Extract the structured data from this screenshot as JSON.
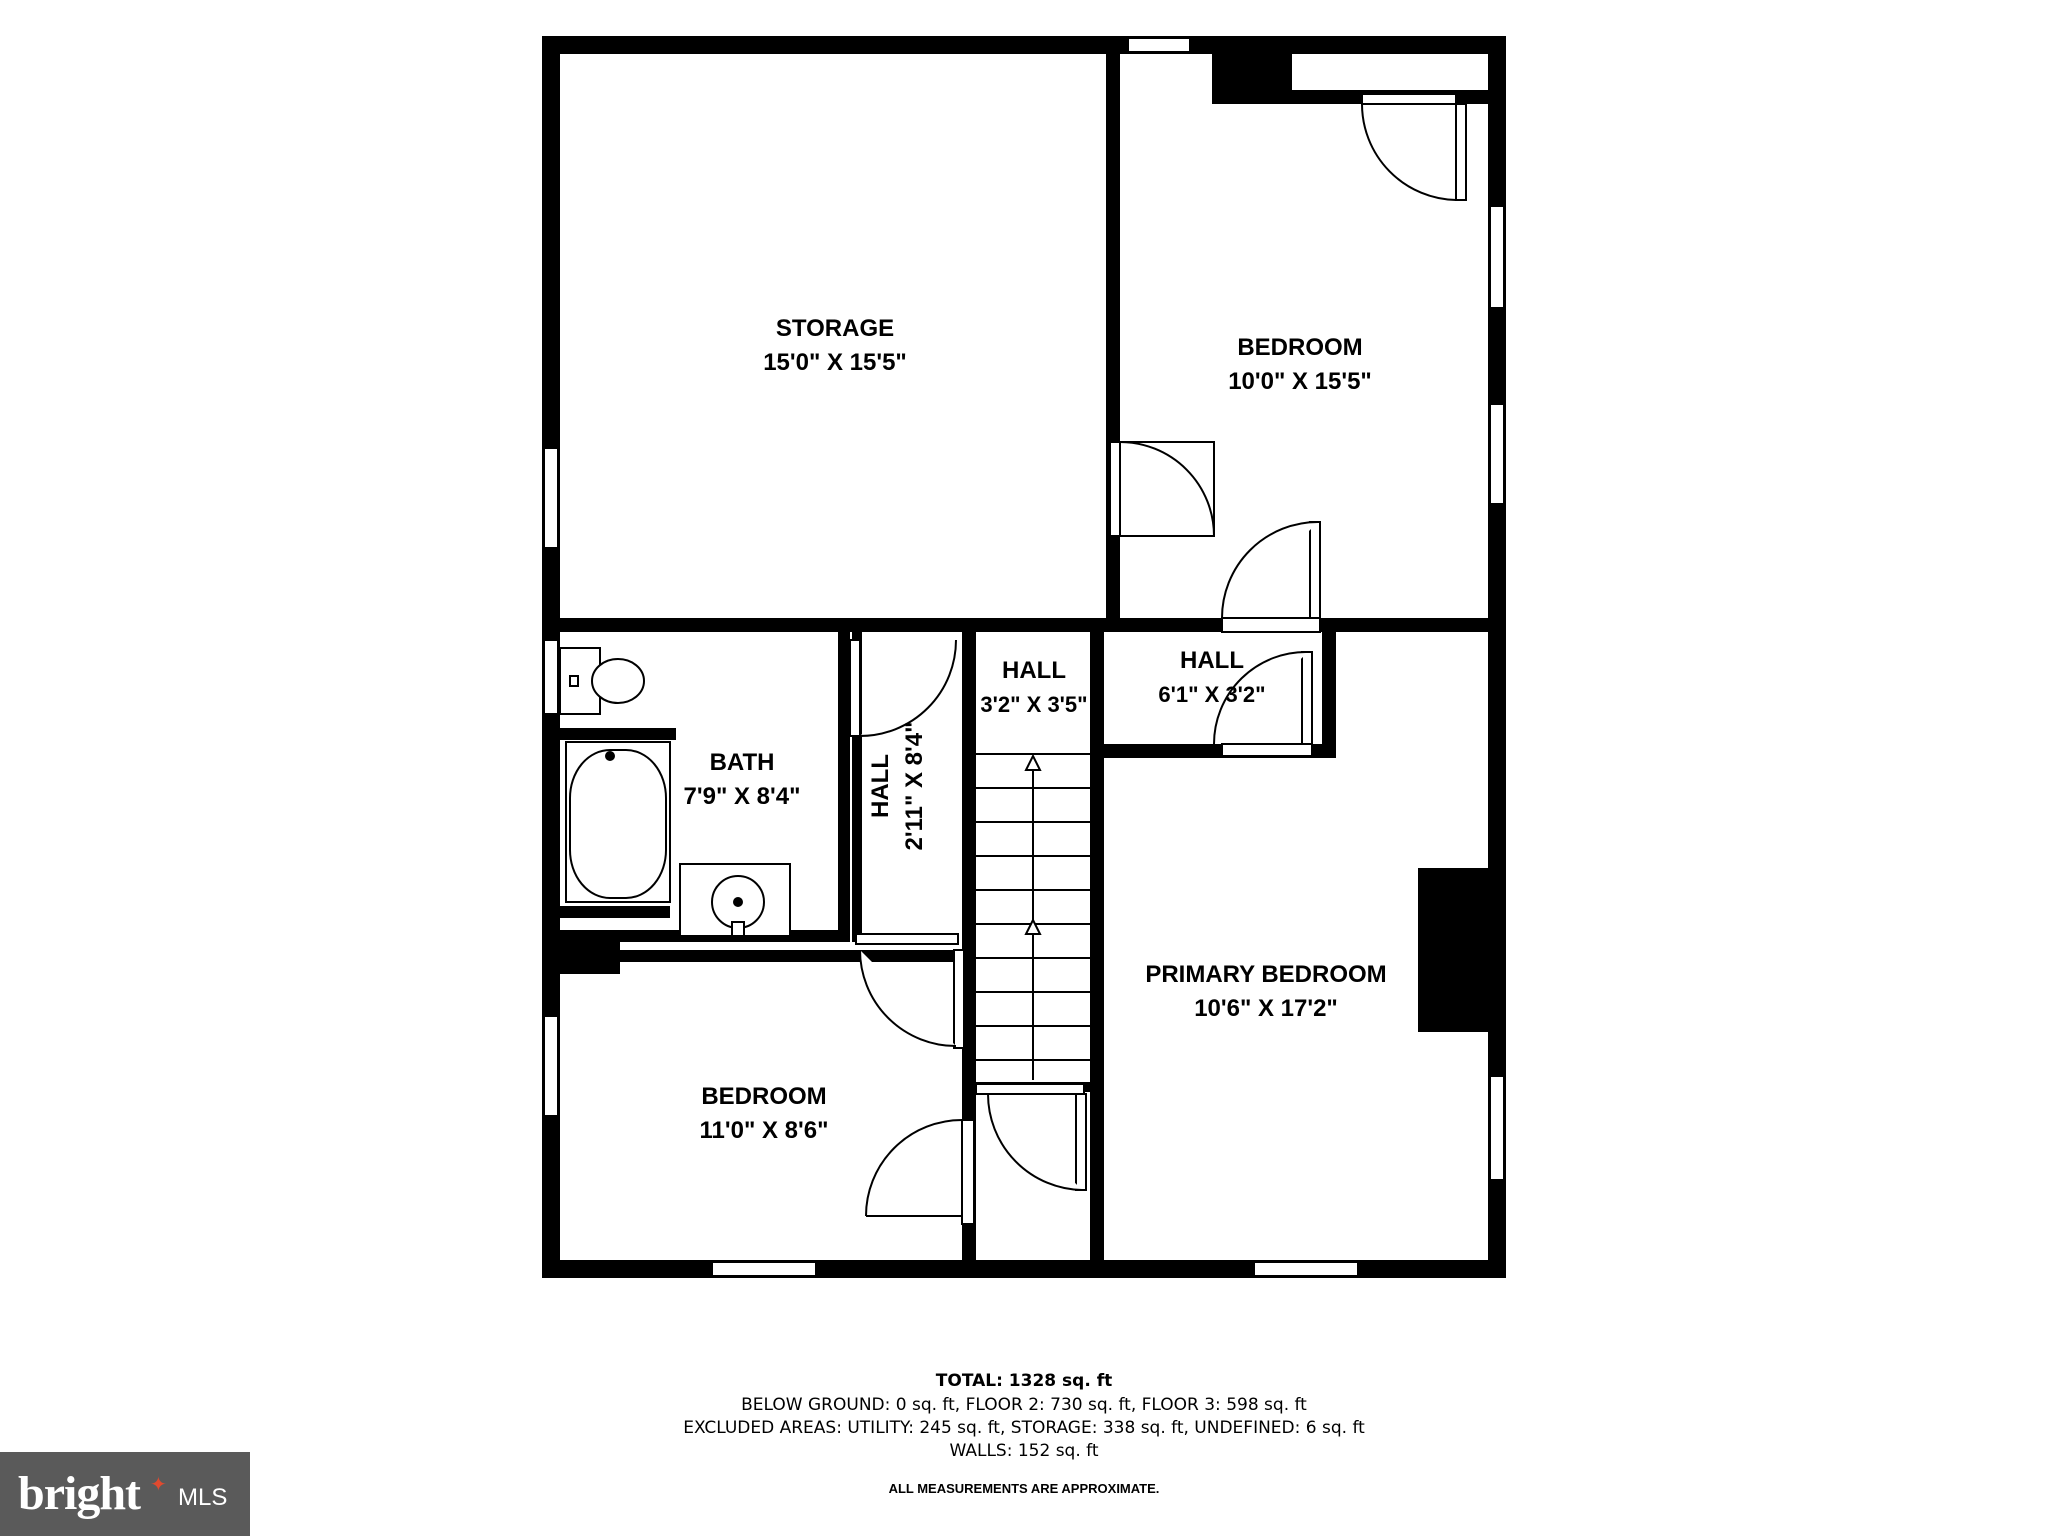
{
  "rooms": {
    "storage": {
      "name": "STORAGE",
      "dims": "15'0\" X 15'5\""
    },
    "bedroom_top": {
      "name": "BEDROOM",
      "dims": "10'0\" X 15'5\""
    },
    "bath": {
      "name": "BATH",
      "dims": "7'9\" X 8'4\""
    },
    "hall_vertical": {
      "name": "HALL",
      "dims": "2'11\" X 8'4\""
    },
    "hall_middle": {
      "name": "HALL",
      "dims": "3'2\" X 3'5\""
    },
    "hall_right": {
      "name": "HALL",
      "dims": "6'1\" X 3'2\""
    },
    "primary_bedroom": {
      "name": "PRIMARY BEDROOM",
      "dims": "10'6\" X 17'2\""
    },
    "bedroom_bottom": {
      "name": "BEDROOM",
      "dims": "11'0\" X 8'6\""
    }
  },
  "footer": {
    "total": "TOTAL: 1328 sq. ft",
    "line1": "BELOW GROUND: 0 sq. ft, FLOOR 2: 730 sq. ft, FLOOR 3: 598 sq. ft",
    "line2": "EXCLUDED AREAS: UTILITY: 245 sq. ft, STORAGE: 338 sq. ft, UNDEFINED: 6 sq. ft",
    "line3": "WALLS: 152 sq. ft",
    "note": "ALL MEASUREMENTS ARE APPROXIMATE."
  },
  "logo": {
    "brand": "bright",
    "suffix": "MLS"
  },
  "colors": {
    "wall": "#000000",
    "background": "#ffffff",
    "logo_bg": "#5a5a5a",
    "logo_accent": "#e04a2f"
  }
}
